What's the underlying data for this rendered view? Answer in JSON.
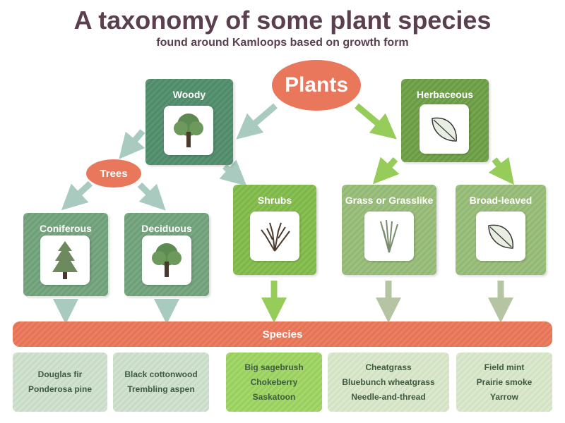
{
  "title": "A taxonomy of some plant species",
  "subtitle": "found around Kamloops based on growth form",
  "root": "Plants",
  "nodes": {
    "woody": "Woody",
    "herbaceous": "Herbaceous",
    "trees": "Trees",
    "coniferous": "Coniferous",
    "deciduous": "Deciduous",
    "shrubs": "Shrubs",
    "grass": "Grass or Grasslike",
    "broad": "Broad-leaved"
  },
  "icons": {
    "woody": "deciduous-tree-icon",
    "herbaceous": "leaf-icon",
    "coniferous": "conifer-tree-icon",
    "deciduous": "deciduous-tree-icon",
    "shrubs": "shrub-icon",
    "grass": "grass-icon",
    "broad": "leaf-icon"
  },
  "species_label": "Species",
  "species": {
    "coniferous": [
      "Douglas fir",
      "Ponderosa pine"
    ],
    "deciduous": [
      "Black cottonwood",
      "Trembling aspen"
    ],
    "shrubs": [
      "Big sagebrush",
      "Chokeberry",
      "Saskatoon"
    ],
    "grass": [
      "Cheatgrass",
      "Bluebunch wheatgrass",
      "Needle-and-thread"
    ],
    "broad": [
      "Field mint",
      "Prairie smoke",
      "Yarrow"
    ]
  },
  "colors": {
    "title": "#5a3f4e",
    "accent": "#e8775c",
    "woody": "#4f8a69",
    "herbaceous": "#6b9a45",
    "shrubs": "#7fb64a"
  }
}
